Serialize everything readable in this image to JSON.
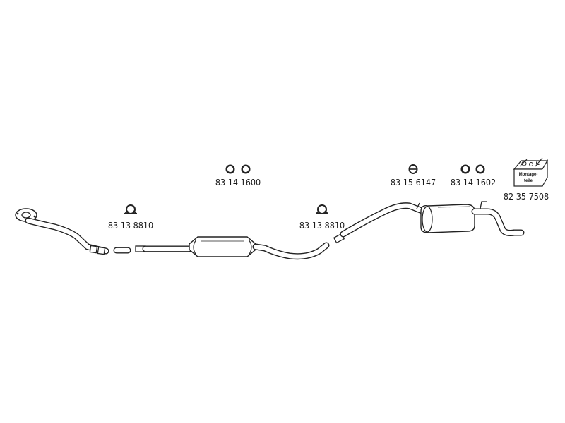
{
  "parts": {
    "gaskets_front": {
      "part_number": "83 14 1600",
      "icon": "gasket-rings-icon"
    },
    "clamp_front": {
      "part_number": "83 13 8810",
      "icon": "clamp-icon"
    },
    "clamp_rear": {
      "part_number": "83 13 8810",
      "icon": "clamp-icon"
    },
    "hanger": {
      "part_number": "83 15 6147",
      "icon": "rubber-hanger-icon"
    },
    "gaskets_rear": {
      "part_number": "83 14 1602",
      "icon": "gasket-rings-icon"
    },
    "mounting_kit": {
      "part_number": "82 35 7508",
      "icon": "mounting-kit-box-icon",
      "box_label_line1": "Montage-",
      "box_label_line2": "teile"
    }
  },
  "components": [
    {
      "name": "front-pipe",
      "icon": "front-pipe-icon"
    },
    {
      "name": "connecting-sleeve",
      "icon": "sleeve-icon"
    },
    {
      "name": "center-silencer",
      "icon": "center-silencer-icon"
    },
    {
      "name": "rear-silencer",
      "icon": "rear-silencer-icon"
    }
  ],
  "colors": {
    "line": "#222222",
    "background": "#ffffff"
  }
}
